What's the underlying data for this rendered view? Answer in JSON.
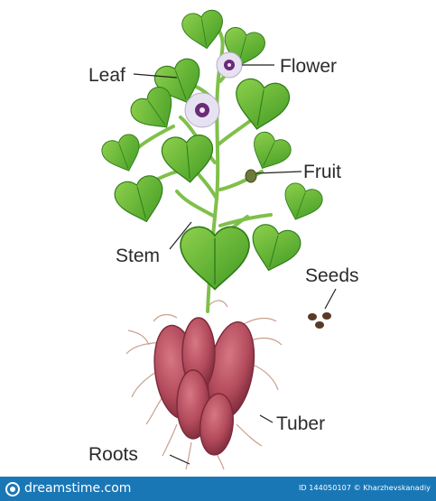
{
  "labels": {
    "leaf": "Leaf",
    "flower": "Flower",
    "fruit": "Fruit",
    "stem": "Stem",
    "seeds": "Seeds",
    "tuber": "Tuber",
    "roots": "Roots"
  },
  "footer": {
    "brand": "dreamstime.com",
    "credit": "ID 144050107 © Kharzhevskanadiy"
  },
  "colors": {
    "leaf": "#58b52c",
    "leaf_dark": "#2f7a19",
    "stem": "#7fc04a",
    "tuber": "#b24a5b",
    "tuber_dark": "#7a2a3a",
    "flower": "#e7e2f1",
    "flower_center": "#6a2b78",
    "root": "#c9a08e",
    "seed": "#5a3a24",
    "fruit": "#6d7a3a",
    "footer_bg": "#1a77b6"
  },
  "icons": {
    "brand_logo": "dreamstime-logo-icon"
  }
}
